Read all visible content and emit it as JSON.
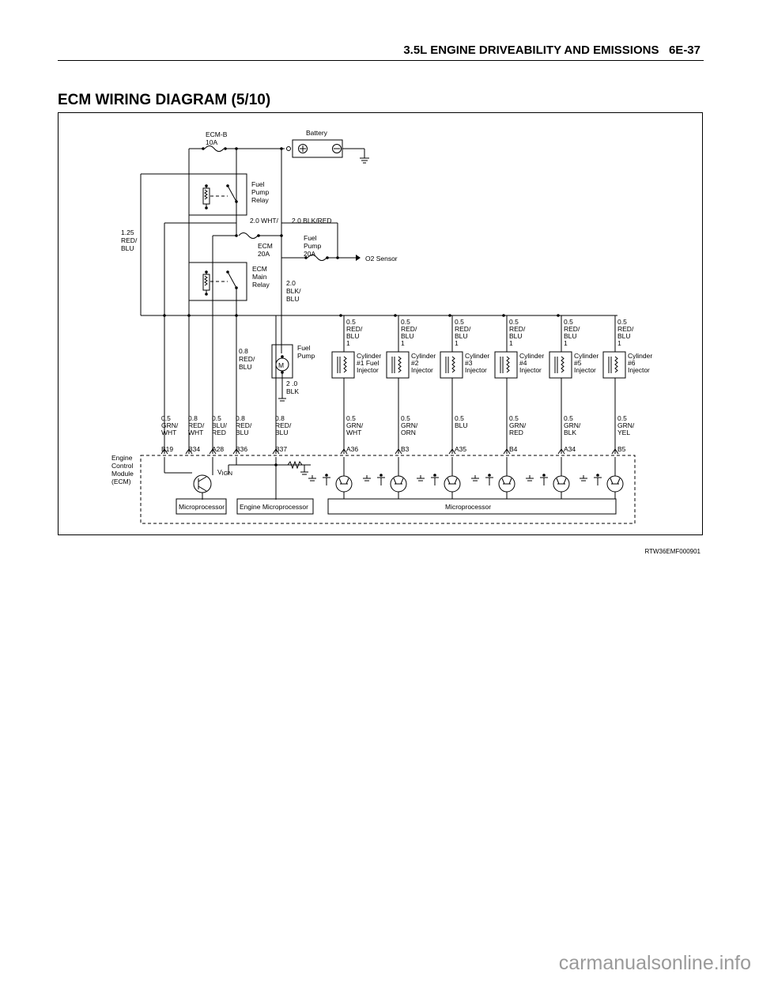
{
  "header": {
    "section": "3.5L ENGINE DRIVEABILITY AND EMISSIONS",
    "page": "6E-37"
  },
  "title": "ECM WIRING DIAGRAM (5/10)",
  "figure_id": "RTW36EMF000901",
  "watermark": "carmanualsonline.info",
  "diagram": {
    "battery": "Battery",
    "fuses": {
      "ecm_b": [
        "ECM-B",
        "10A"
      ],
      "ecm": [
        "ECM",
        "20A"
      ],
      "fuel_pump": [
        "Fuel",
        "Pump",
        "20A"
      ]
    },
    "relays": {
      "fuel_pump": [
        "Fuel",
        "Pump",
        "Relay"
      ],
      "ecm_main": [
        "ECM",
        "Main",
        "Relay"
      ]
    },
    "wires": {
      "wht": "2.0 WHT/",
      "blk_red": "2.0 BLK/RED",
      "red_blu_125": [
        "1.25",
        "RED/",
        "BLU"
      ],
      "blk_blu": [
        "2.0",
        "BLK/",
        "BLU"
      ],
      "red_blu_08": [
        "0.8",
        "RED/",
        "BLU"
      ],
      "blk_20": [
        "2 .0",
        "BLK"
      ]
    },
    "o2_sensor": "O2 Sensor",
    "fuel_pump_motor": {
      "symbol": "M",
      "label": [
        "Fuel",
        "Pump"
      ]
    },
    "injectors": [
      {
        "wire": [
          "0.5",
          "RED/",
          "BLU",
          "1"
        ],
        "label": [
          "Cylinder",
          "#1 Fuel",
          "Injector"
        ],
        "out_wire": [
          "0.5",
          "GRN/",
          "WHT"
        ],
        "pin": "A36"
      },
      {
        "wire": [
          "0.5",
          "RED/",
          "BLU",
          "1"
        ],
        "label": [
          "Cylinder",
          "#2",
          "Injector"
        ],
        "out_wire": [
          "0.5",
          "GRN/",
          "ORN"
        ],
        "pin": "B3"
      },
      {
        "wire": [
          "0.5",
          "RED/",
          "BLU",
          "1"
        ],
        "label": [
          "Cylinder",
          "#3",
          "Injector"
        ],
        "out_wire": [
          "0.5",
          "BLU"
        ],
        "pin": "A35"
      },
      {
        "wire": [
          "0.5",
          "RED/",
          "BLU",
          "1"
        ],
        "label": [
          "Cylinder",
          "#4",
          "Injector"
        ],
        "out_wire": [
          "0.5",
          "GRN/",
          "RED"
        ],
        "pin": "B4"
      },
      {
        "wire": [
          "0.5",
          "RED/",
          "BLU",
          "1"
        ],
        "label": [
          "Cylinder",
          "#5",
          "Injector"
        ],
        "out_wire": [
          "0.5",
          "GRN/",
          "BLK"
        ],
        "pin": "A34"
      },
      {
        "wire": [
          "0.5",
          "RED/",
          "BLU",
          "1"
        ],
        "label": [
          "Cylinder",
          "#6",
          "Injector"
        ],
        "out_wire": [
          "0.5",
          "GRN/",
          "YEL"
        ],
        "pin": "B5"
      }
    ],
    "left_pins": [
      {
        "wire": [
          "0.5",
          "GRN/",
          "WHT"
        ],
        "pin": "B19"
      },
      {
        "wire": [
          "0.8",
          "RED/",
          "WHT"
        ],
        "pin": "B34"
      },
      {
        "wire": [
          "0.5",
          "BLU/",
          "RED"
        ],
        "pin": "A28"
      },
      {
        "wire": [
          "0.8",
          "RED/",
          "BLU"
        ],
        "pin": "B36"
      },
      {
        "wire": [
          "0.8",
          "RED/",
          "BLU"
        ],
        "pin": "B37"
      }
    ],
    "ecm": {
      "label": [
        "Engine",
        "Control",
        "Module",
        "(ECM)"
      ],
      "vign": "VIGN",
      "microprocessor": "Microprocessor",
      "engine_microprocessor": "Engine Microprocessor",
      "main_microprocessor": "Microprocessor"
    }
  }
}
